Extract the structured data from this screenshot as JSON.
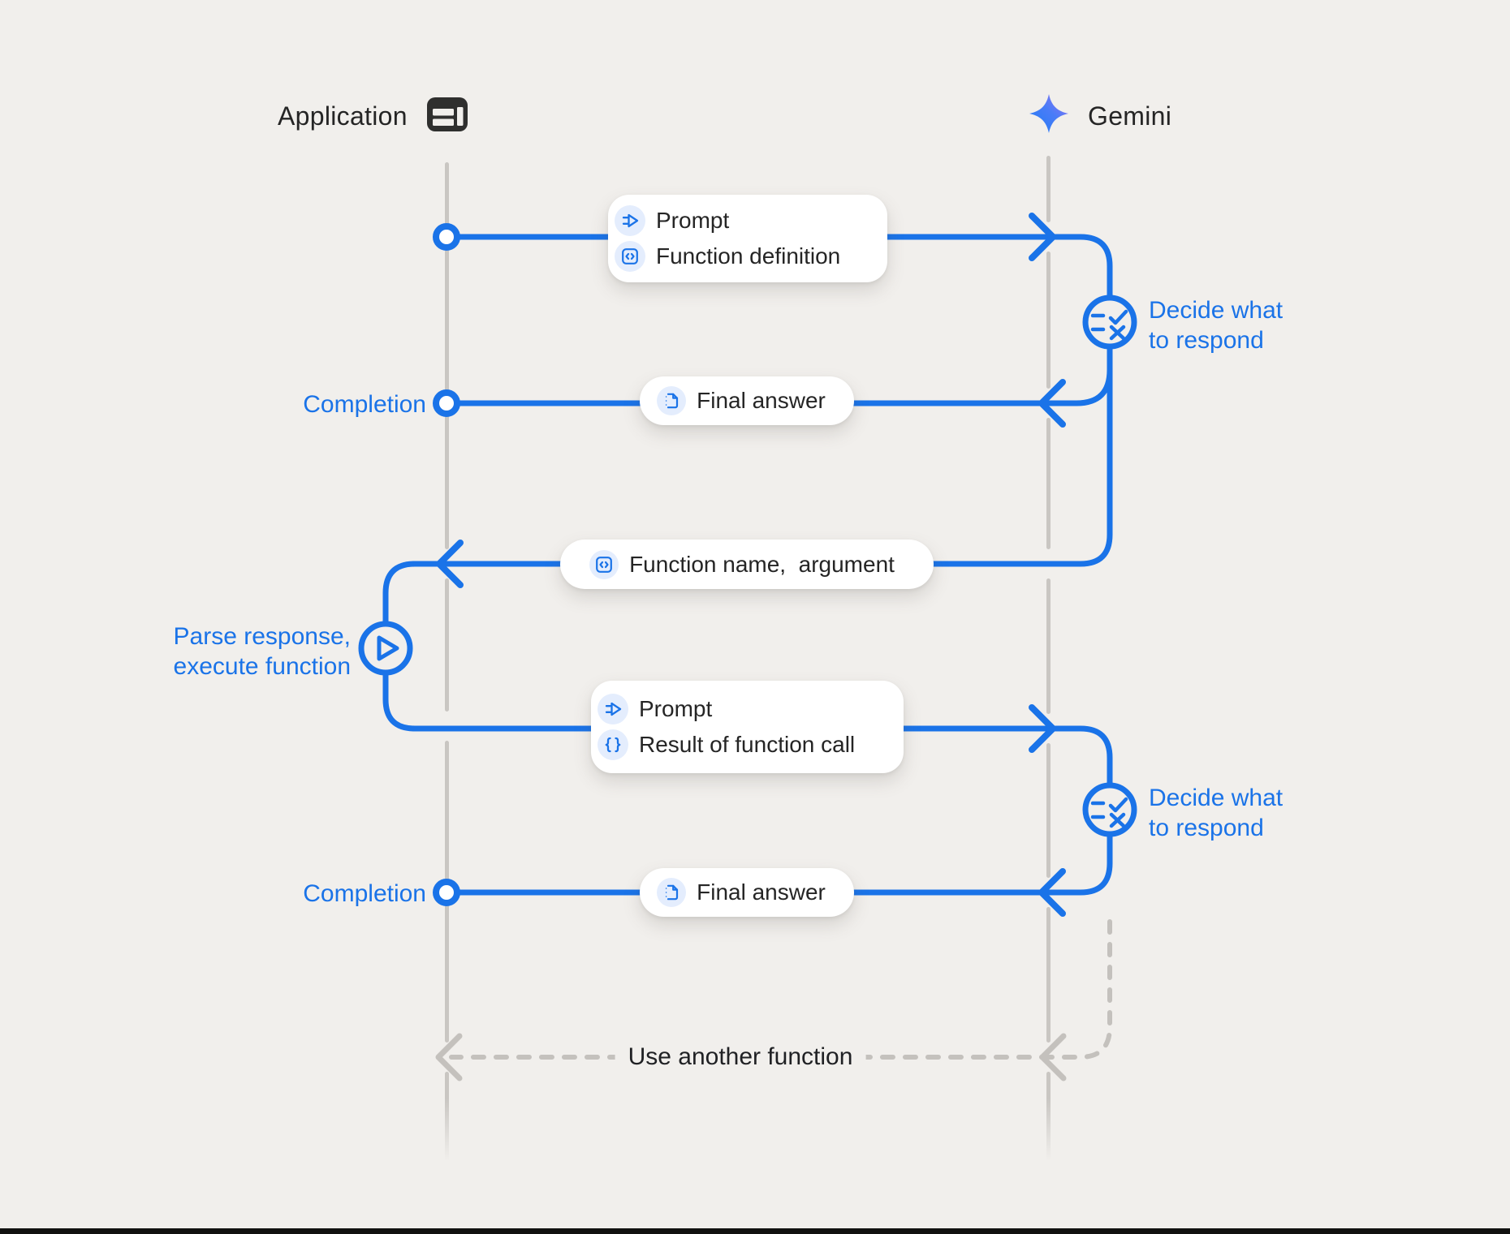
{
  "header": {
    "application_label": "Application",
    "gemini_label": "Gemini"
  },
  "boxes": {
    "prompt_function_definition": {
      "rows": [
        {
          "icon": "send-prompt-icon",
          "label": "Prompt"
        },
        {
          "icon": "code-icon",
          "label": "Function definition"
        }
      ]
    },
    "final_answer_1": {
      "rows": [
        {
          "icon": "document-icon",
          "label": "Final answer"
        }
      ]
    },
    "function_name_argument": {
      "rows": [
        {
          "icon": "code-icon",
          "label": "Function name,  argument"
        }
      ]
    },
    "prompt_result_of_function_call": {
      "rows": [
        {
          "icon": "send-prompt-icon",
          "label": "Prompt"
        },
        {
          "icon": "braces-icon",
          "label": "Result of function call"
        }
      ]
    },
    "final_answer_2": {
      "rows": [
        {
          "icon": "document-icon",
          "label": "Final answer"
        }
      ]
    }
  },
  "annotations": {
    "completion_1": "Completion",
    "completion_2": "Completion",
    "decide_1_line1": "Decide what",
    "decide_1_line2": "to respond",
    "decide_2_line1": "Decide what",
    "decide_2_line2": "to respond",
    "parse_line1": "Parse response,",
    "parse_line2": "execute function",
    "use_another_function": "Use another function"
  },
  "icons": {
    "application": "browser-window-icon",
    "gemini": "gemini-spark-icon",
    "decide": "checklist-decision-icon",
    "execute": "play-icon"
  },
  "colors": {
    "accent_blue": "#1a73e8",
    "text_dark": "#202124",
    "lifeline_gray": "#c9c6c2",
    "icon_chip_background": "#e4edfd",
    "background": "#f1efec",
    "box_background": "#ffffff",
    "gemini_gradient_start": "#1f7bf5",
    "gemini_gradient_end": "#9b72f2"
  }
}
